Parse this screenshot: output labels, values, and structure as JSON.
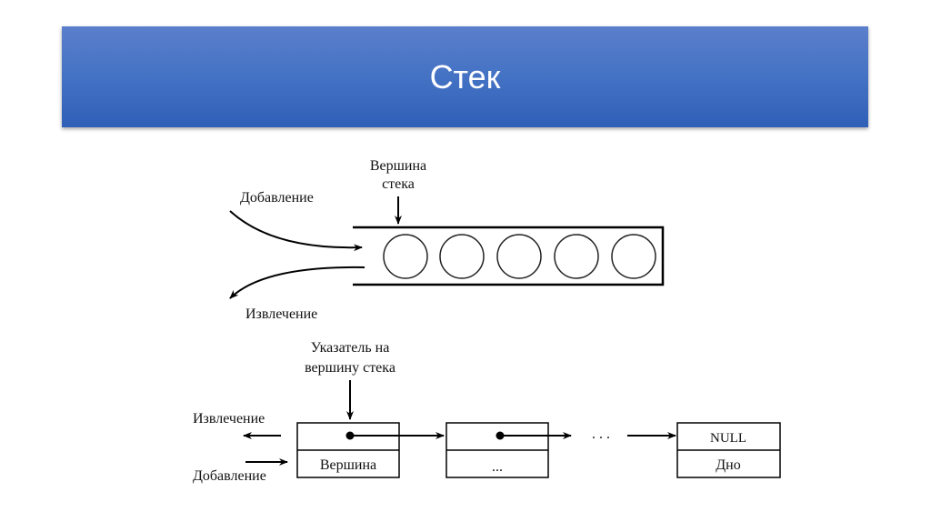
{
  "slide": {
    "title": "Стек"
  },
  "diagram_array": {
    "top_label_line1": "Вершина",
    "top_label_line2": "стека",
    "push_label": "Добавление",
    "pop_label": "Извлечение",
    "element_count": 5
  },
  "diagram_list": {
    "pointer_label_line1": "Указатель на",
    "pointer_label_line2": "вершину стека",
    "pop_label": "Извлечение",
    "push_label": "Добавление",
    "nodes": [
      {
        "data": "Вершина",
        "next": "pointer"
      },
      {
        "data": "...",
        "next": "pointer"
      },
      {
        "data": "Дно",
        "next": "NULL"
      }
    ],
    "ellipsis": ". . ."
  },
  "colors": {
    "header": "#4472c4",
    "title_text": "#ffffff",
    "line": "#000000"
  }
}
